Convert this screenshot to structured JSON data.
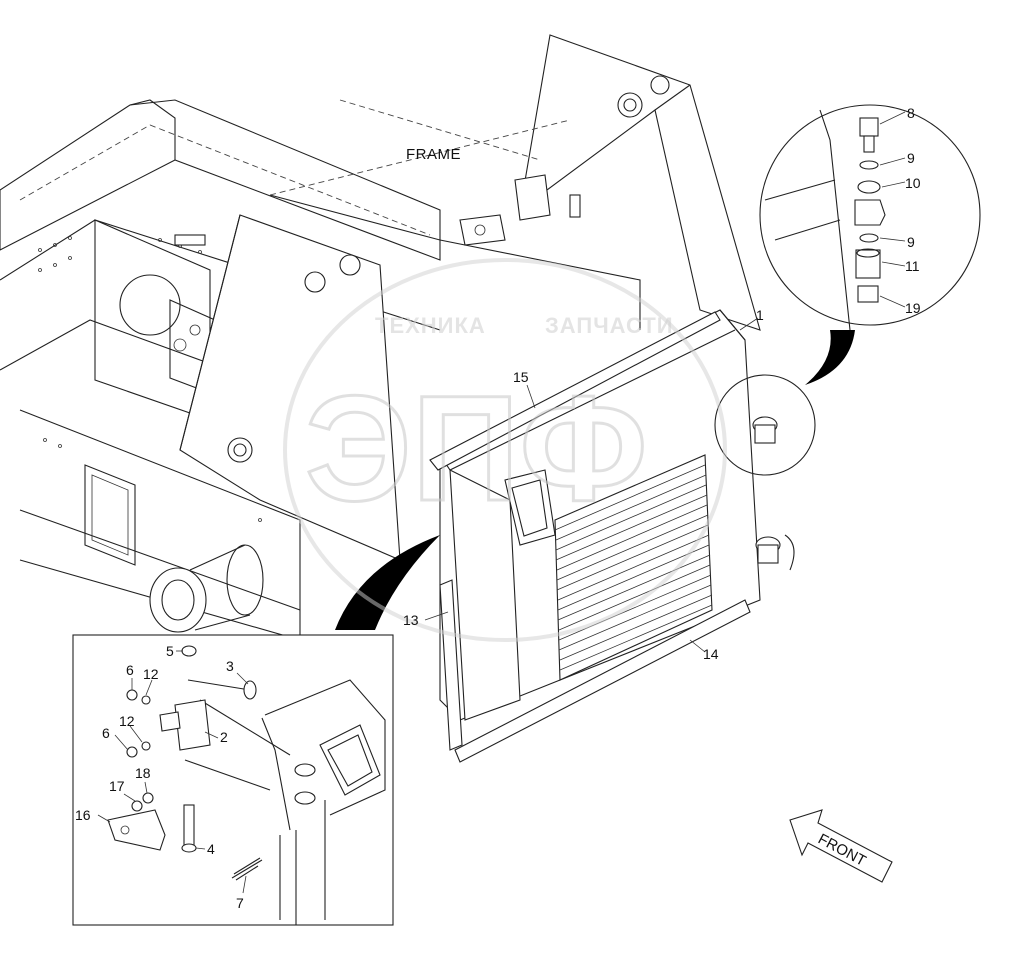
{
  "labels": {
    "frame": "FRAME",
    "front": "FRONT",
    "parts": {
      "p1": "1",
      "p2": "2",
      "p3": "3",
      "p4": "4",
      "p5": "5",
      "p6a": "6",
      "p6b": "6",
      "p7": "7",
      "p8": "8",
      "p9a": "9",
      "p9b": "9",
      "p10": "10",
      "p11": "11",
      "p12a": "12",
      "p12b": "12",
      "p13": "13",
      "p14": "14",
      "p15": "15",
      "p16": "16",
      "p17": "17",
      "p18": "18",
      "p19": "19"
    }
  },
  "watermark": {
    "line1": "ТЕХНИКА",
    "line2": "ЗАПЧАСТИ",
    "logo": "ЭПФ"
  }
}
